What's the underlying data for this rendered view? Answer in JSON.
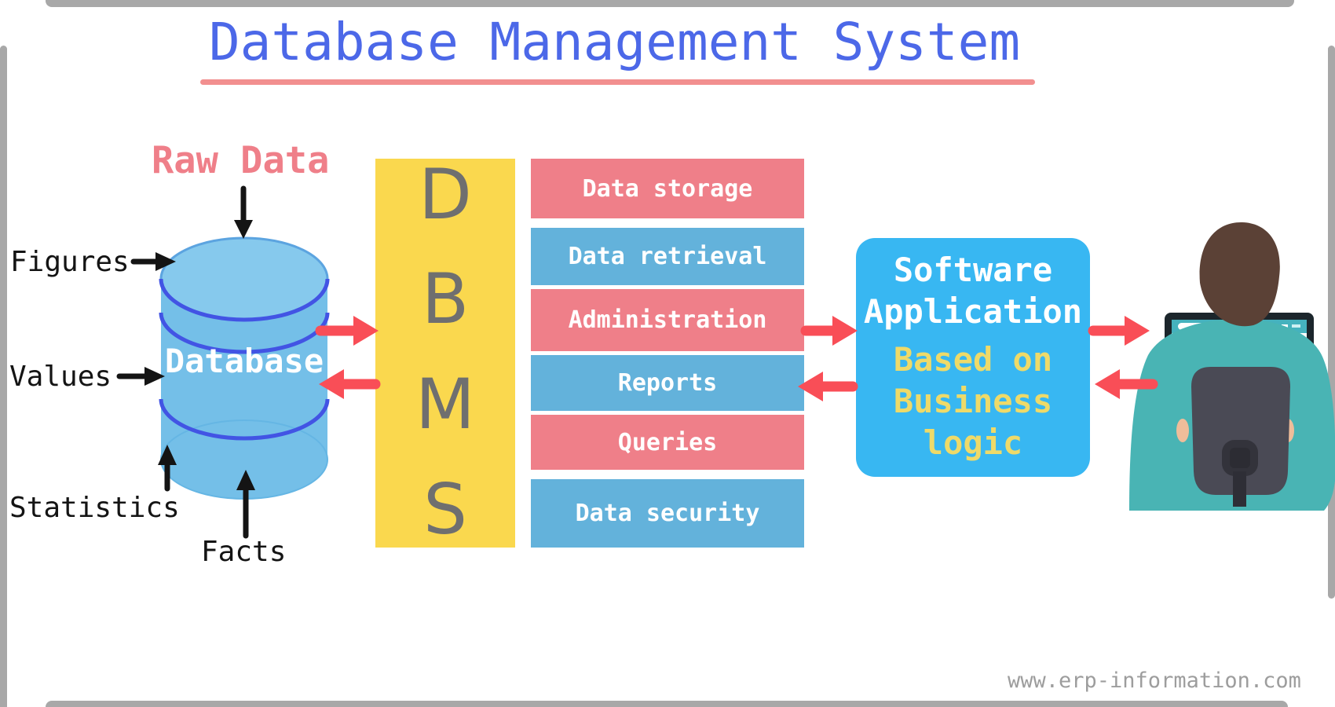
{
  "colors": {
    "title-blue": "#4C68E8",
    "underline-pink": "#F28F8F",
    "accent-pink": "#EF7F89",
    "accent-blue": "#63B2DB",
    "dbms-yellow": "#FAD84E",
    "dbms-letter-gray": "#6F6F6F",
    "app-blue": "#38B7F2",
    "app-yellow-text": "#EEDA69",
    "arrow-red": "#F94E57",
    "text-black": "#141414",
    "cylinder-blue": "#74BFE8",
    "cylinder-top-blue": "#86C9ED",
    "cylinder-ring-blue": "#4254E4",
    "frame-gray": "#A8A8A8",
    "watermark-gray": "#9D9D9D"
  },
  "title": {
    "text": "Database Management System"
  },
  "raw_data": {
    "label": "Raw Data"
  },
  "data_sources": {
    "figures": "Figures",
    "values": "Values",
    "statistics": "Statistics",
    "facts": "Facts"
  },
  "database": {
    "label": "Database"
  },
  "dbms": {
    "letters": [
      "D",
      "B",
      "M",
      "S"
    ]
  },
  "dbms_functions": {
    "rows": [
      {
        "label": "Data storage",
        "tone": "pink"
      },
      {
        "label": "Data retrieval",
        "tone": "blue"
      },
      {
        "label": "Administration",
        "tone": "pink"
      },
      {
        "label": "Reports",
        "tone": "blue"
      },
      {
        "label": "Queries",
        "tone": "pink"
      },
      {
        "label": "Data security",
        "tone": "blue"
      }
    ]
  },
  "software_application": {
    "lines": [
      "Software",
      "Application",
      "Based on",
      "Business",
      "logic"
    ]
  },
  "watermark": {
    "text": "www.erp-information.com"
  }
}
